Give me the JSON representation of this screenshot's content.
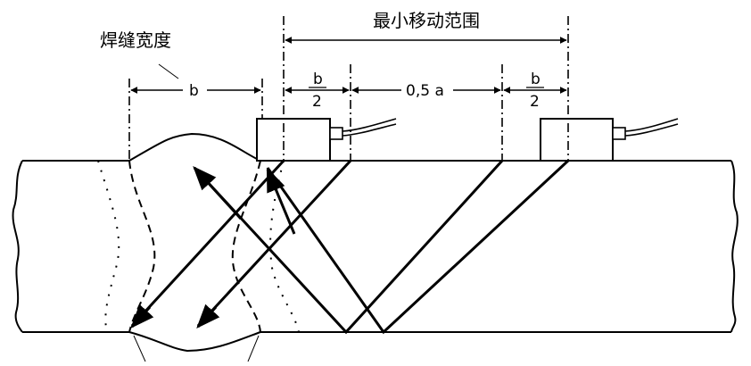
{
  "labels": {
    "weld_width": "焊缝宽度",
    "min_travel_range": "最小移动范围",
    "dim_b": "b",
    "half_b_num_1": "b",
    "half_b_den_1": "2",
    "dim_half_a": "0,5 a",
    "half_b_num_2": "b",
    "half_b_den_2": "2"
  },
  "colors": {
    "line": "#000000",
    "background": "#ffffff"
  }
}
